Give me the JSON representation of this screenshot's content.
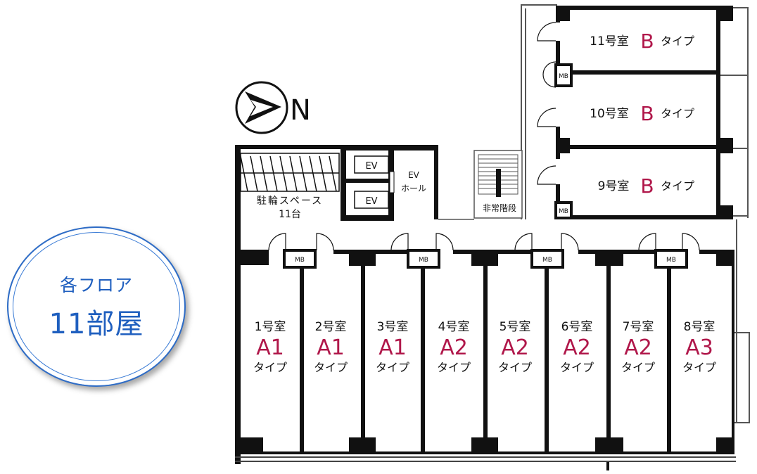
{
  "badge": {
    "line1": "各フロア",
    "line2": "11部屋"
  },
  "compass": {
    "label": "N"
  },
  "common": {
    "bike_line1": "駐輪スペース",
    "bike_line2": "11台",
    "ev1": "EV",
    "ev2": "EV",
    "ev_hall_line1": "EV",
    "ev_hall_line2": "ホール",
    "stairs": "非常階段"
  },
  "mb_label": "MB",
  "rooms_a": [
    {
      "name": "1号室",
      "type": "A1",
      "suffix": "タイプ"
    },
    {
      "name": "2号室",
      "type": "A1",
      "suffix": "タイプ"
    },
    {
      "name": "3号室",
      "type": "A1",
      "suffix": "タイプ"
    },
    {
      "name": "4号室",
      "type": "A2",
      "suffix": "タイプ"
    },
    {
      "name": "5号室",
      "type": "A2",
      "suffix": "タイプ"
    },
    {
      "name": "6号室",
      "type": "A2",
      "suffix": "タイプ"
    },
    {
      "name": "7号室",
      "type": "A2",
      "suffix": "タイプ"
    },
    {
      "name": "8号室",
      "type": "A3",
      "suffix": "タイプ"
    }
  ],
  "rooms_b": [
    {
      "name": "11号室",
      "type": "B",
      "suffix": "タイプ"
    },
    {
      "name": "10号室",
      "type": "B",
      "suffix": "タイプ"
    },
    {
      "name": "9号室",
      "type": "B",
      "suffix": "タイプ"
    }
  ],
  "colors": {
    "accent": "#b0174a",
    "badge_blue": "#1f5fbf",
    "wall": "#111111"
  }
}
